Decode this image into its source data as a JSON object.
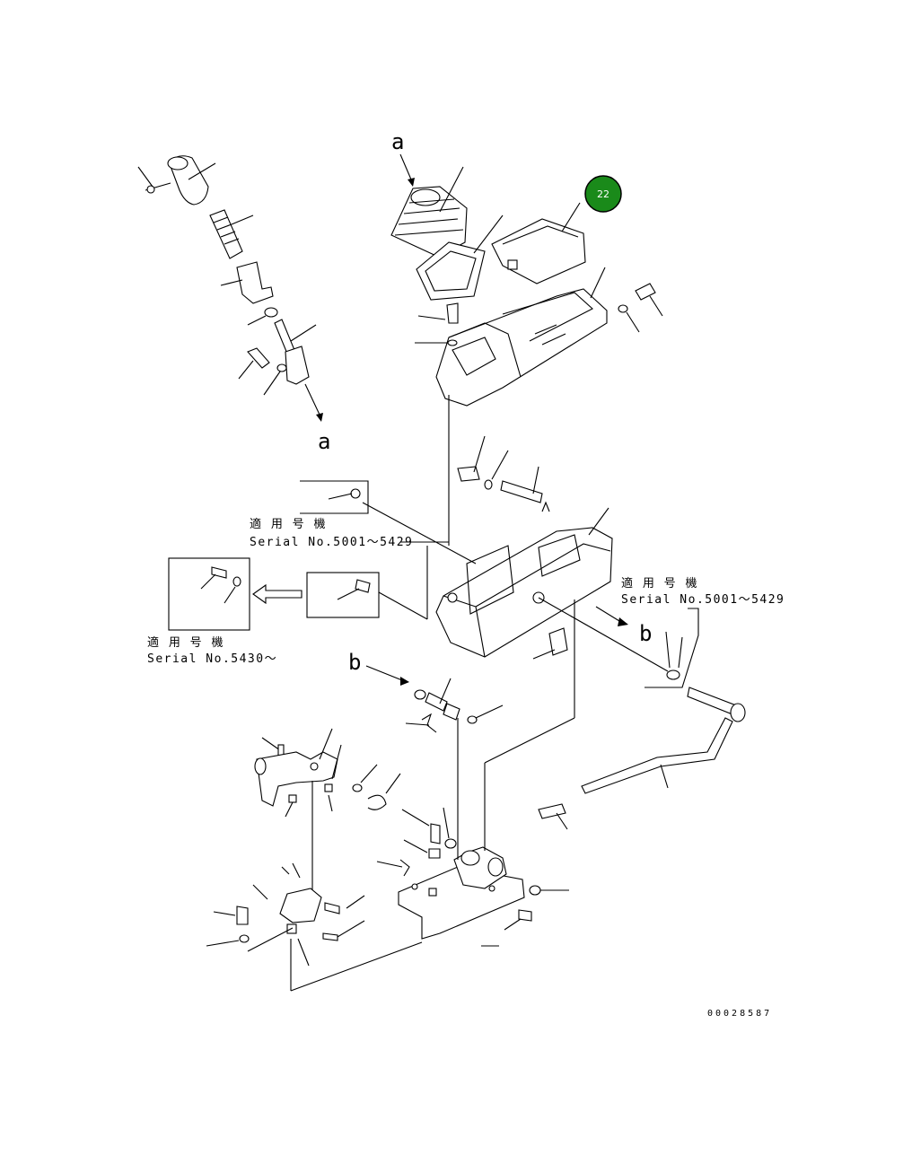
{
  "diagram": {
    "part_badge": {
      "number": "22",
      "color": "#1a8a1a"
    },
    "markers": {
      "a": "a",
      "b": "b"
    },
    "notes": {
      "note1_line1": "適 用 号 機",
      "note1_line2": "Serial No.5001～5429",
      "note2_line1": "適 用 号 機",
      "note2_line2": "Serial No.5430～",
      "note3_line1": "適 用 号 機",
      "note3_line2": "Serial No.5001～5429"
    },
    "drawing_number": "00028587"
  }
}
